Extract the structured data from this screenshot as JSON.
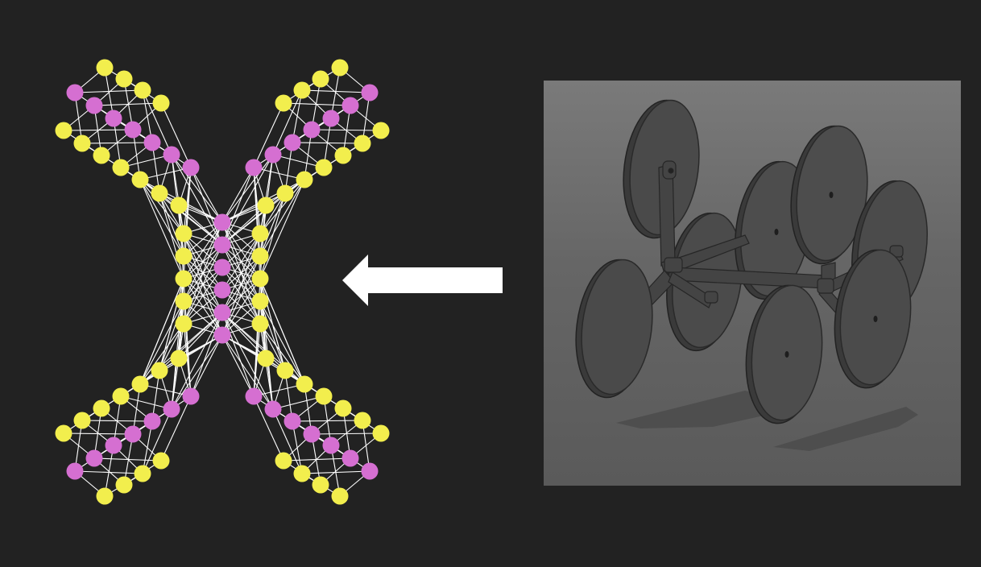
{
  "figure": {
    "background_color": "#222222",
    "graph": {
      "node_colors": {
        "edge_node": "#f2ee4d",
        "hinge_node": "#d56fd1"
      },
      "edge_color": "#ffffff",
      "arms": 4
    },
    "arrow": {
      "direction": "left",
      "color": "#ffffff"
    },
    "render": {
      "subject": "robot-body-with-eight-disc-wheels",
      "background_color": "#6e6e6e",
      "part_color": "#474747"
    }
  }
}
